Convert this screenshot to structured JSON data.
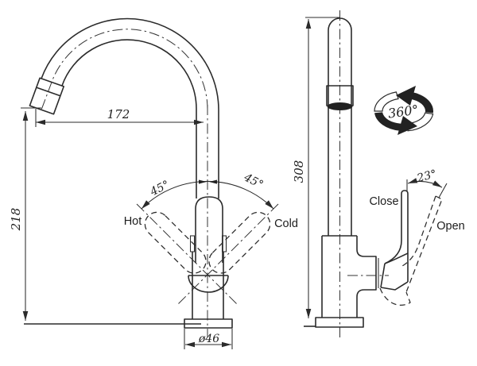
{
  "figure": {
    "type": "technical-drawing",
    "subject": "Kitchen faucet two-view dimensioned drawing",
    "background": "#ffffff",
    "line_color": "#2b2b2b"
  },
  "front_view": {
    "dim_spout_reach": "172",
    "dim_spout_height": "218",
    "dim_base_diameter": "ø46",
    "handle_angle_left": "45°",
    "handle_angle_right": "45°",
    "label_hot": "Hot",
    "label_cold": "Cold"
  },
  "side_view": {
    "dim_total_height": "308",
    "swivel_angle": "360°",
    "handle_open_angle": "23°",
    "label_close": "Close",
    "label_open": "Open"
  }
}
